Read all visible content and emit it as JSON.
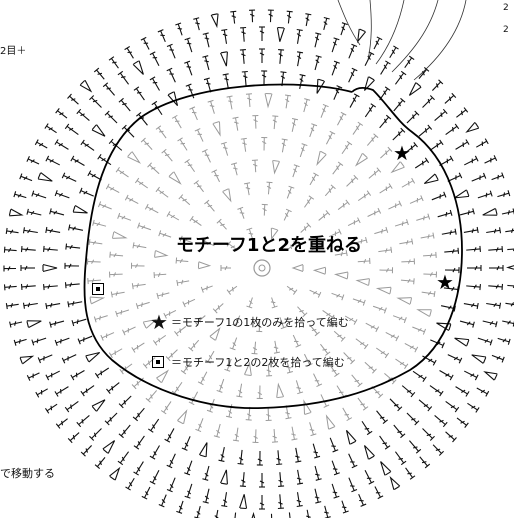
{
  "text": {
    "title": "モチーフ1と2を重ねる",
    "left_top_fragment": "2目＋",
    "left_bottom_fragment": "で移動する",
    "right_fragment_1": "2",
    "right_fragment_2": "2"
  },
  "legend": [
    {
      "icon": "star",
      "text": "＝モチーフ1の1枚のみを拾って編む"
    },
    {
      "icon": "square-dot",
      "text": "＝モチーフ1と2の2枚を拾って編む"
    }
  ],
  "icons": {
    "star": "★",
    "square_dot": "▣"
  },
  "colors": {
    "outer_ink": "#111111",
    "inner_ink": "#9a9a9a",
    "line": "#000000"
  }
}
